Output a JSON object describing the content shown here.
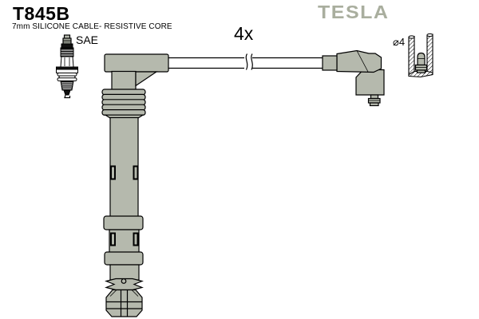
{
  "colors": {
    "background": "#ffffff",
    "line": "#000000",
    "part_fill": "#b5b9ad",
    "logo": "#a9ae9e"
  },
  "header": {
    "part_number": "T845B",
    "subtitle": "7mm SILICONE CABLE- RESISTIVE CORE",
    "brand": "TESLA"
  },
  "annotations": {
    "quantity": "4x",
    "spark_plug_terminal": "SAE",
    "terminal_diameter": "⌀4"
  },
  "parts": [
    {
      "name": "spark-plug"
    },
    {
      "name": "pencil-coil-boot"
    },
    {
      "name": "silicone-cable"
    },
    {
      "name": "right-angle-boot"
    },
    {
      "name": "terminal-sleeve"
    }
  ]
}
